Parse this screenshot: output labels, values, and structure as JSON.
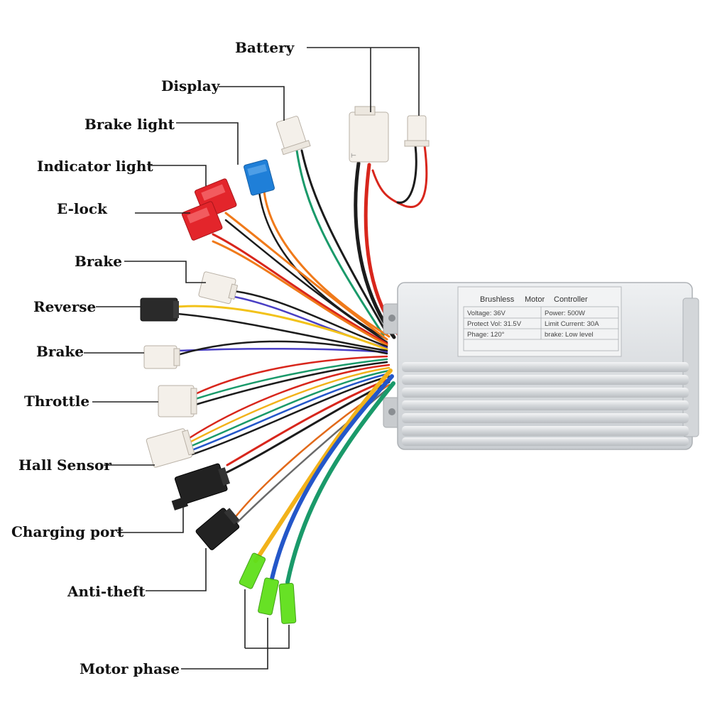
{
  "diagram": {
    "labels": {
      "battery": "Battery",
      "display": "Display",
      "brake_light": "Brake light",
      "indicator_light": "Indicator light",
      "e_lock": "E-lock",
      "brake_1": "Brake",
      "reverse": "Reverse",
      "brake_2": "Brake",
      "throttle": "Throttle",
      "hall_sensor": "Hall Sensor",
      "charging_port": "Charging port",
      "anti_theft": "Anti-theft",
      "motor_phase": "Motor phase"
    },
    "controller_plate": {
      "title_words": [
        "Brushless",
        "Motor",
        "Controller"
      ],
      "voltage": "Voltage: 36V",
      "power": "Power: 500W",
      "protect_vol": "Protect Vol: 31.5V",
      "limit_current": "Limit Current: 30A",
      "phage": "Phage: 120°",
      "brake": "brake: Low level"
    },
    "colors": {
      "housing": "#d9dcdf",
      "red_connector": "#e3252b",
      "blue_connector": "#1f7fd8",
      "green_terminal": "#5fe01a",
      "wire_red": "#d8261c",
      "wire_black": "#1c1c1c",
      "wire_yellow": "#f2b21a",
      "wire_blue": "#2457c9",
      "wire_green": "#1a9a6a",
      "wire_orange": "#f07a1a",
      "wire_purple": "#4a3fc4"
    }
  }
}
